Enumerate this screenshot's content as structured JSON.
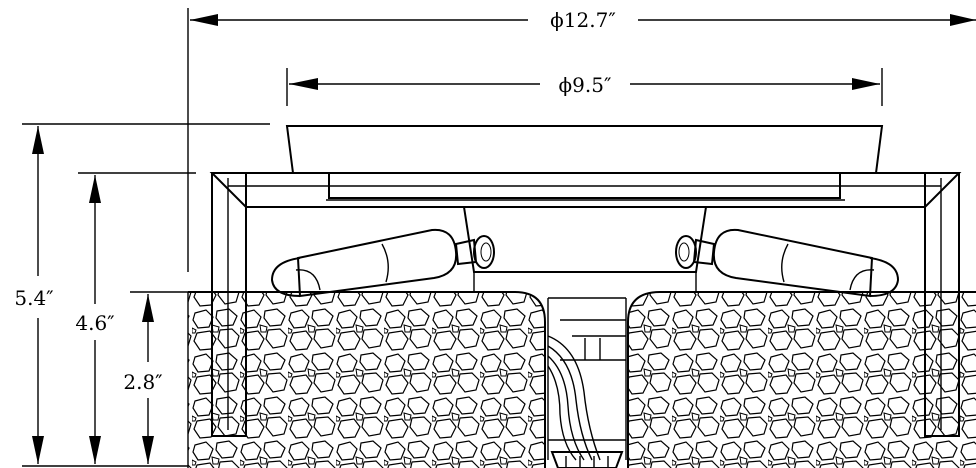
{
  "dimensions": {
    "outer_diameter": "ϕ12.7″",
    "inner_diameter": "ϕ9.5″",
    "total_height": "5.4″",
    "frame_height": "4.6″",
    "stone_depth": "2.8″"
  },
  "colors": {
    "line": "#000000",
    "background": "#ffffff",
    "fill": "#ffffff"
  }
}
